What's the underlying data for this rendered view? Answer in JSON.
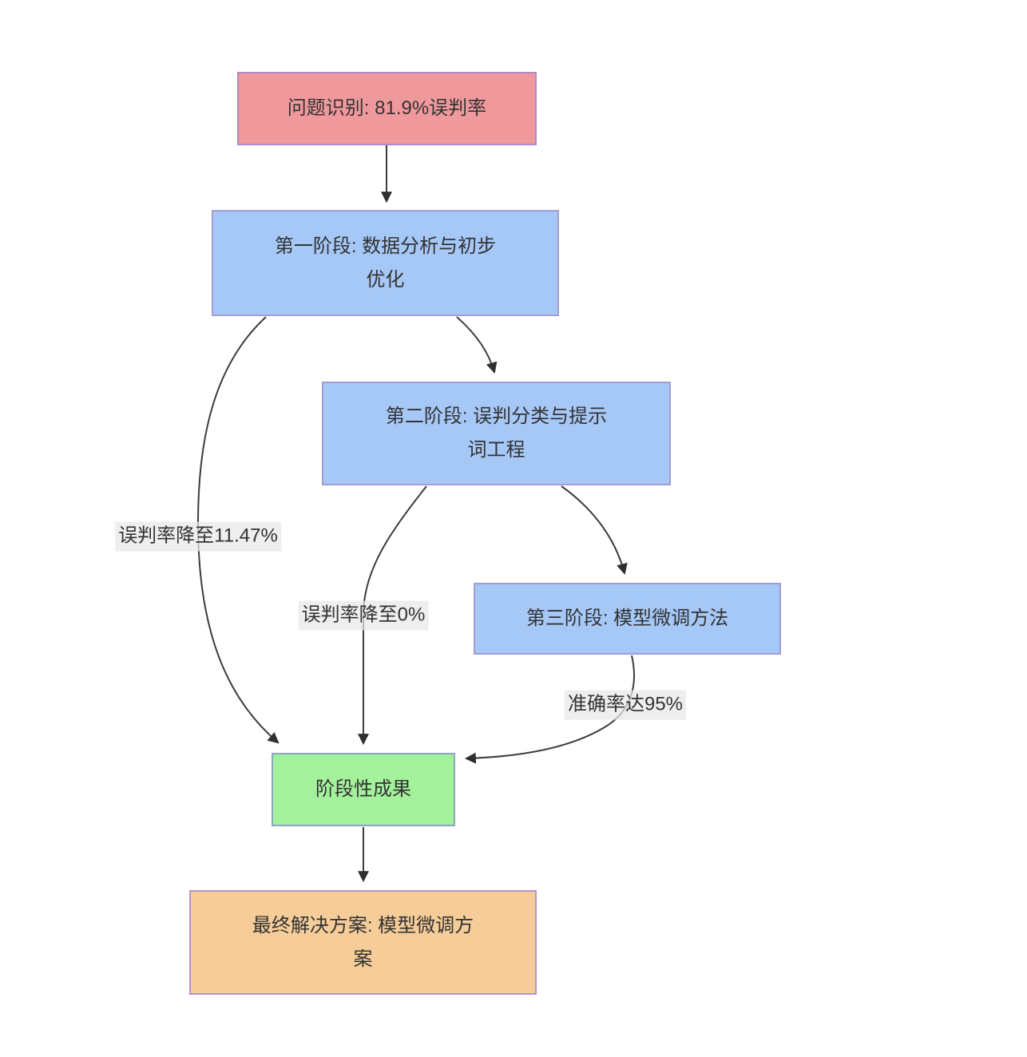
{
  "diagram": {
    "type": "flowchart",
    "direction": "top-down",
    "background": "#ffffff",
    "edge_color": "#3d3d3d",
    "edge_label_background": "#e8e8e8"
  },
  "nodes": [
    {
      "id": "problem",
      "lines": [
        "问题识别: 81.9%误判率"
      ],
      "fill": "#f0999c",
      "border": "#b289c6",
      "text_color": "#333333"
    },
    {
      "id": "phase1",
      "lines": [
        "第一阶段: 数据分析与初步",
        "优化"
      ],
      "fill": "#a6c8f7",
      "border": "#a39bd2",
      "text_color": "#333333"
    },
    {
      "id": "phase2",
      "lines": [
        "第二阶段: 误判分类与提示",
        "词工程"
      ],
      "fill": "#a6c8f7",
      "border": "#a39bd2",
      "text_color": "#333333"
    },
    {
      "id": "phase3",
      "lines": [
        "第三阶段: 模型微调方法"
      ],
      "fill": "#a6c8f7",
      "border": "#a39bd2",
      "text_color": "#333333"
    },
    {
      "id": "milestone",
      "lines": [
        "阶段性成果"
      ],
      "fill": "#a4f19c",
      "border": "#8ea4c2",
      "text_color": "#333333"
    },
    {
      "id": "final",
      "lines": [
        "最终解决方案: 模型微调方",
        "案"
      ],
      "fill": "#f6cd99",
      "border": "#b592cb",
      "text_color": "#333333"
    }
  ],
  "edges": [
    {
      "from": "problem",
      "to": "phase1",
      "label": ""
    },
    {
      "from": "phase1",
      "to": "milestone",
      "label": "误判率降至11.47%"
    },
    {
      "from": "phase1",
      "to": "phase2",
      "label": ""
    },
    {
      "from": "phase2",
      "to": "milestone",
      "label": "误判率降至0%"
    },
    {
      "from": "phase2",
      "to": "phase3",
      "label": ""
    },
    {
      "from": "phase3",
      "to": "milestone",
      "label": "准确率达95%"
    },
    {
      "from": "milestone",
      "to": "final",
      "label": ""
    }
  ],
  "edge_labels": {
    "phase1_to_milestone": "误判率降至11.47%",
    "phase2_to_milestone": "误判率降至0%",
    "phase3_to_milestone": "准确率达95%"
  }
}
